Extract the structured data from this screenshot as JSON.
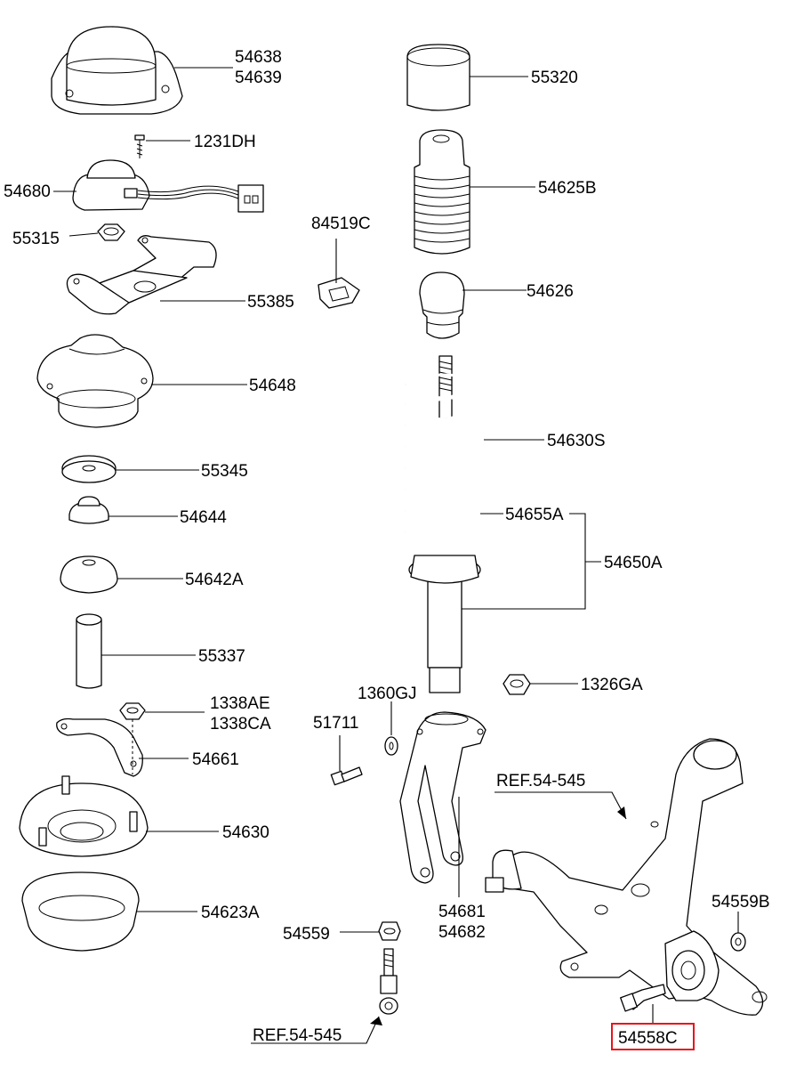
{
  "diagram": {
    "highlight_color": "#e8141b",
    "labels": {
      "p54638": "54638",
      "p54639": "54639",
      "p55320": "55320",
      "p1231DH": "1231DH",
      "p54680": "54680",
      "p54625B": "54625B",
      "p84519C": "84519C",
      "p55315": "55315",
      "p55385": "55385",
      "p54626": "54626",
      "p54648": "54648",
      "p54630S": "54630S",
      "p55345": "55345",
      "p54644": "54644",
      "p54655A": "54655A",
      "p54650A": "54650A",
      "p54642A": "54642A",
      "p55337": "55337",
      "p1360GJ": "1360GJ",
      "p1326GA": "1326GA",
      "p1338AE": "1338AE",
      "p1338CA": "1338CA",
      "p51711": "51711",
      "p54661": "54661",
      "ref_upper": "REF.54-545",
      "p54630": "54630",
      "p54681": "54681",
      "p54682": "54682",
      "p54559B": "54559B",
      "p54623A": "54623A",
      "p54559": "54559",
      "p54558C": "54558C",
      "ref_lower": "REF.54-545"
    }
  }
}
